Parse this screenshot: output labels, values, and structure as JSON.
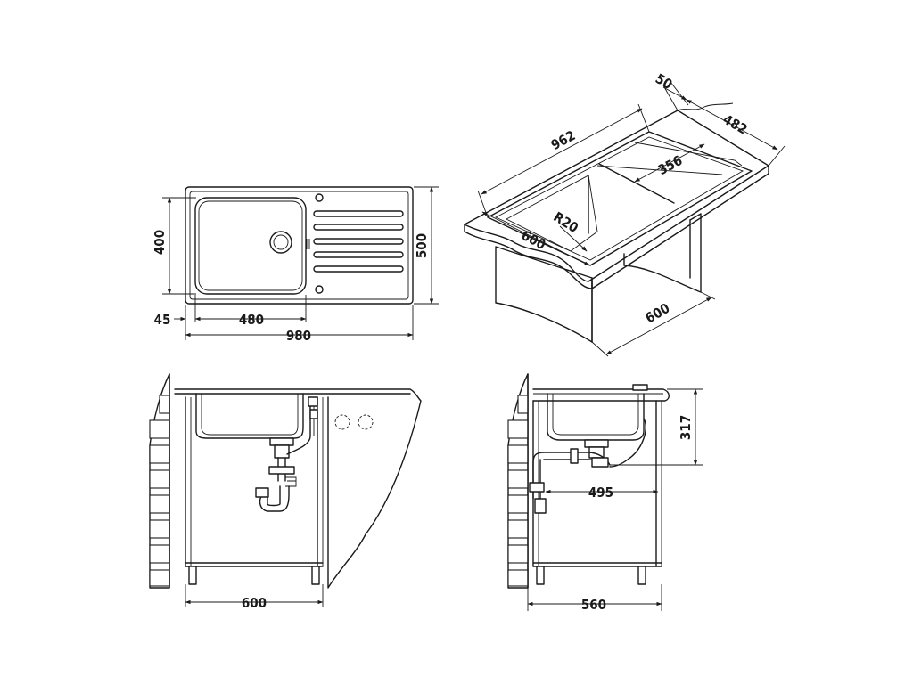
{
  "top_view": {
    "dim_height_bowl": "400",
    "dim_height_total": "500",
    "dim_edge": "45",
    "dim_bowl_width": "480",
    "dim_total_width": "980"
  },
  "iso_view": {
    "dim_lip": "50",
    "dim_depth": "482",
    "dim_length": "962",
    "dim_bowl_width": "356",
    "dim_radius": "R20",
    "dim_front": "600",
    "dim_cabinet": "600"
  },
  "front_view": {
    "dim_cabinet_width": "600"
  },
  "side_view": {
    "dim_bowl_depth": "317",
    "dim_outlet": "495",
    "dim_cabinet_depth": "560"
  }
}
